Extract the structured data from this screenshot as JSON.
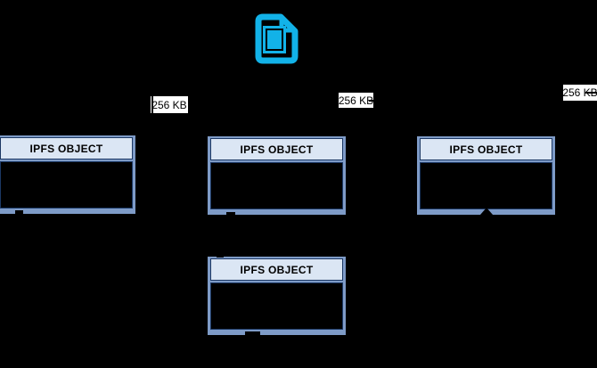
{
  "diagram": {
    "file_icon": {
      "name": "file-icon",
      "color": "#12b2e8"
    },
    "size_labels": [
      {
        "text": "256 KB"
      },
      {
        "text": "256 KB"
      },
      {
        "text": "256 KB"
      }
    ],
    "objects": [
      {
        "title": "IPFS OBJECT"
      },
      {
        "title": "IPFS OBJECT"
      },
      {
        "title": "IPFS OBJECT"
      },
      {
        "title": "IPFS OBJECT"
      }
    ],
    "colors": {
      "background": "#000000",
      "frame_blue": "#7e9bc7",
      "header_fill": "#dbe6f4",
      "border_navy": "#1c3864",
      "label_bg": "#ffffff",
      "label_text": "#000000",
      "title_text": "#000000",
      "icon_cyan": "#12b2e8"
    }
  }
}
